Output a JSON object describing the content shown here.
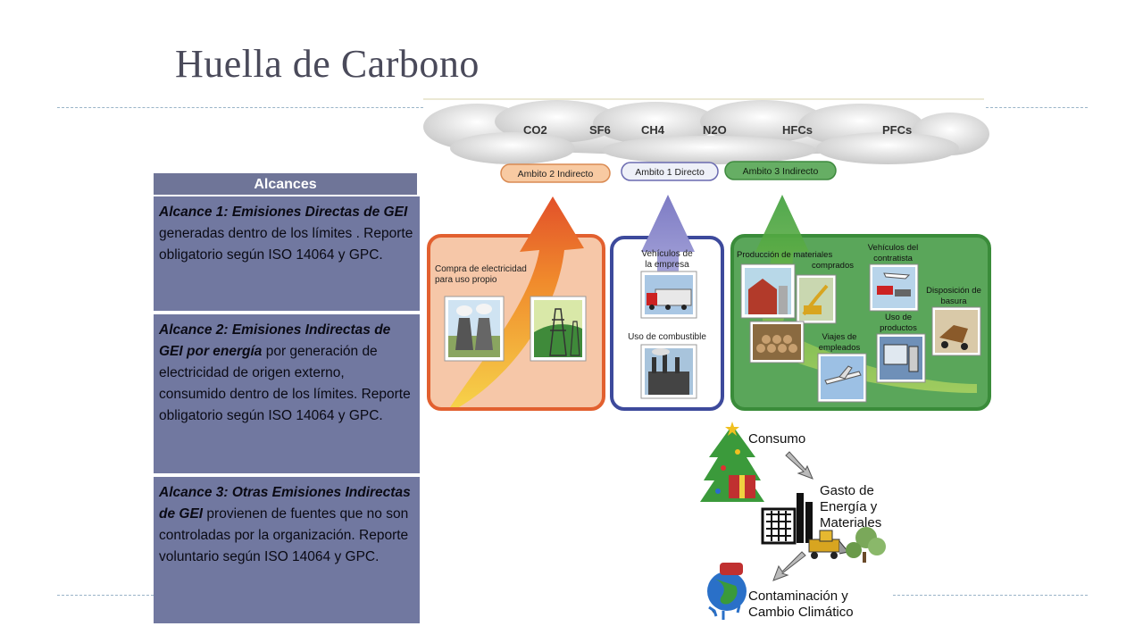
{
  "slide": {
    "title": "Huella de Carbono"
  },
  "table": {
    "header": "Alcances",
    "rows": [
      {
        "bold": "Alcance 1: Emisiones Directas de GEI",
        "text": " generadas dentro de los límites . Reporte obligatorio según ISO 14064 y GPC."
      },
      {
        "bold": "Alcance 2: Emisiones Indirectas de GEI por energía",
        "text": " por generación de electricidad de origen externo, consumido dentro de los límites. Reporte obligatorio según ISO 14064 y GPC."
      },
      {
        "bold": "Alcance 3: Otras Emisiones Indirectas de GEI",
        "text": " provienen de fuentes que no son controladas por la organización. Reporte voluntario según ISO 14064 y GPC."
      }
    ]
  },
  "diagram": {
    "gases": [
      "CO2",
      "SF6",
      "CH4",
      "N2O",
      "HFCs",
      "PFCs"
    ],
    "scopes": {
      "left": "Ambito 2 Indirecto",
      "center": "Ambito 1 Directo",
      "right": "Ambito 3 Indirecto"
    },
    "left_panel": {
      "label_1": "Compra de electricidad",
      "label_2": "para uso propio"
    },
    "center_panel": {
      "label_1": "Vehículos de",
      "label_2": "la empresa",
      "label_3": "Uso de combustible"
    },
    "right_panel": {
      "prod_1": "Producción de materiales",
      "prod_2": "comprados",
      "veh_1": "Vehículos del",
      "veh_2": "contratista",
      "disp_1": "Disposición de",
      "disp_2": "basura",
      "uso_1": "Uso de",
      "uso_2": "productos",
      "viaje_1": "Viajes de",
      "viaje_2": "empleados"
    }
  },
  "flow": {
    "step1": "Consumo",
    "step2_1": "Gasto de",
    "step2_2": "Energía y",
    "step2_3": "Materiales",
    "step3_1": "Contaminación y",
    "step3_2": "Cambio Climático"
  }
}
